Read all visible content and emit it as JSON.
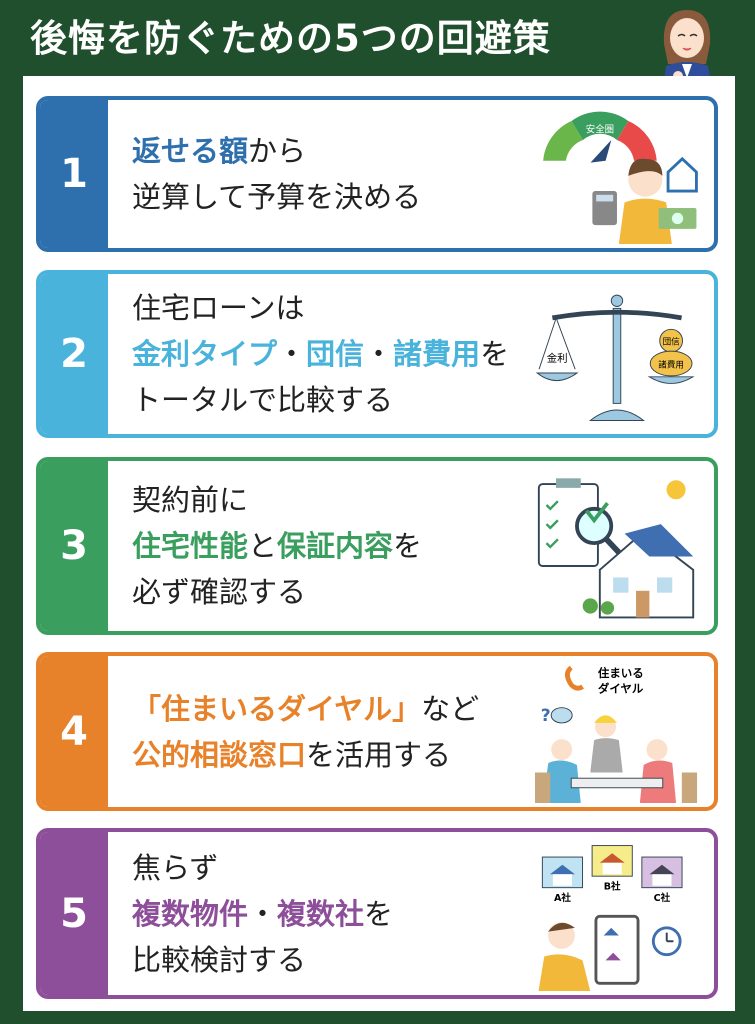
{
  "title": "後悔を防ぐための5つの回避策",
  "colors": {
    "background": "#1f4f2c",
    "c1": "#2e6fad",
    "c2": "#4ab3dc",
    "c3": "#3a9e5f",
    "c4": "#e8822a",
    "c5": "#8e4f9a"
  },
  "cards": [
    {
      "number": "1",
      "lines": [
        [
          {
            "t": "返せる額",
            "h": true
          },
          {
            "t": "から"
          }
        ],
        [
          {
            "t": "逆算して予算を決める"
          }
        ]
      ],
      "illustration": {
        "gauge_label": "安全圏"
      }
    },
    {
      "number": "2",
      "lines": [
        [
          {
            "t": "住宅ローンは"
          }
        ],
        [
          {
            "t": "金利タイプ",
            "h": true
          },
          {
            "t": "・"
          },
          {
            "t": "団信",
            "h": true
          },
          {
            "t": "・"
          },
          {
            "t": "諸費用",
            "h": true
          },
          {
            "t": "を"
          }
        ],
        [
          {
            "t": "トータルで比較する"
          }
        ]
      ],
      "illustration": {
        "left_label": "金利",
        "right_top": "団信",
        "right_bottom": "諸費用"
      }
    },
    {
      "number": "3",
      "lines": [
        [
          {
            "t": "契約前に"
          }
        ],
        [
          {
            "t": "住宅性能",
            "h": true
          },
          {
            "t": "と"
          },
          {
            "t": "保証内容",
            "h": true
          },
          {
            "t": "を"
          }
        ],
        [
          {
            "t": "必ず確認する"
          }
        ]
      ],
      "illustration": {}
    },
    {
      "number": "4",
      "lines": [
        [
          {
            "t": "「住まいるダイヤル」",
            "h": true
          },
          {
            "t": "など"
          }
        ],
        [
          {
            "t": "公的相談窓口",
            "h": true
          },
          {
            "t": "を活用する"
          }
        ]
      ],
      "illustration": {
        "label1": "住まいる",
        "label2": "ダイヤル"
      }
    },
    {
      "number": "5",
      "lines": [
        [
          {
            "t": "焦らず"
          }
        ],
        [
          {
            "t": "複数物件",
            "h": true
          },
          {
            "t": "・"
          },
          {
            "t": "複数社",
            "h": true
          },
          {
            "t": "を"
          }
        ],
        [
          {
            "t": "比較検討する"
          }
        ]
      ],
      "illustration": {
        "a": "A社",
        "b": "B社",
        "c": "C社"
      }
    }
  ]
}
